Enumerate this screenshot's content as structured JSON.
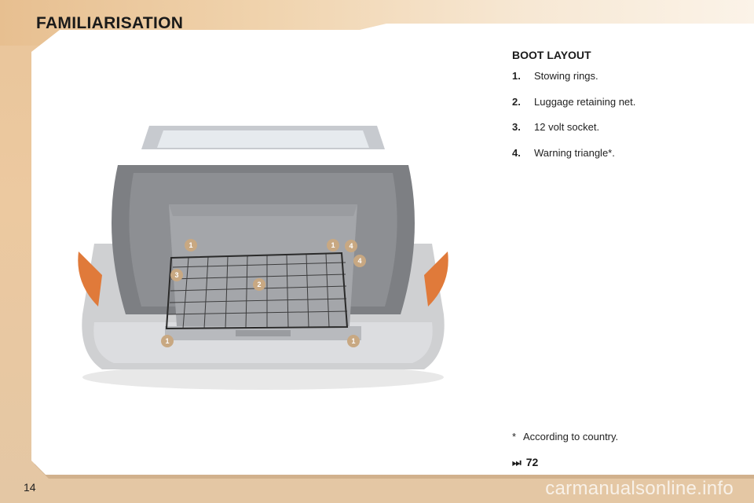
{
  "header": {
    "title": "FAMILIARISATION"
  },
  "section": {
    "title": "BOOT LAYOUT"
  },
  "legend": [
    {
      "num": "1.",
      "text": "Stowing rings."
    },
    {
      "num": "2.",
      "text": "Luggage retaining net."
    },
    {
      "num": "3.",
      "text": "12 volt socket."
    },
    {
      "num": "4.",
      "text": "Warning triangle*."
    }
  ],
  "footnote": {
    "star": "*",
    "text": "According to country."
  },
  "reference": {
    "icon": "double-arrow-icon",
    "arrow": "⏭",
    "page": "72"
  },
  "page_number": "14",
  "watermark": "carmanualsonline.info",
  "markers": [
    "1",
    "1",
    "4",
    "4",
    "3",
    "2",
    "1",
    "1"
  ]
}
